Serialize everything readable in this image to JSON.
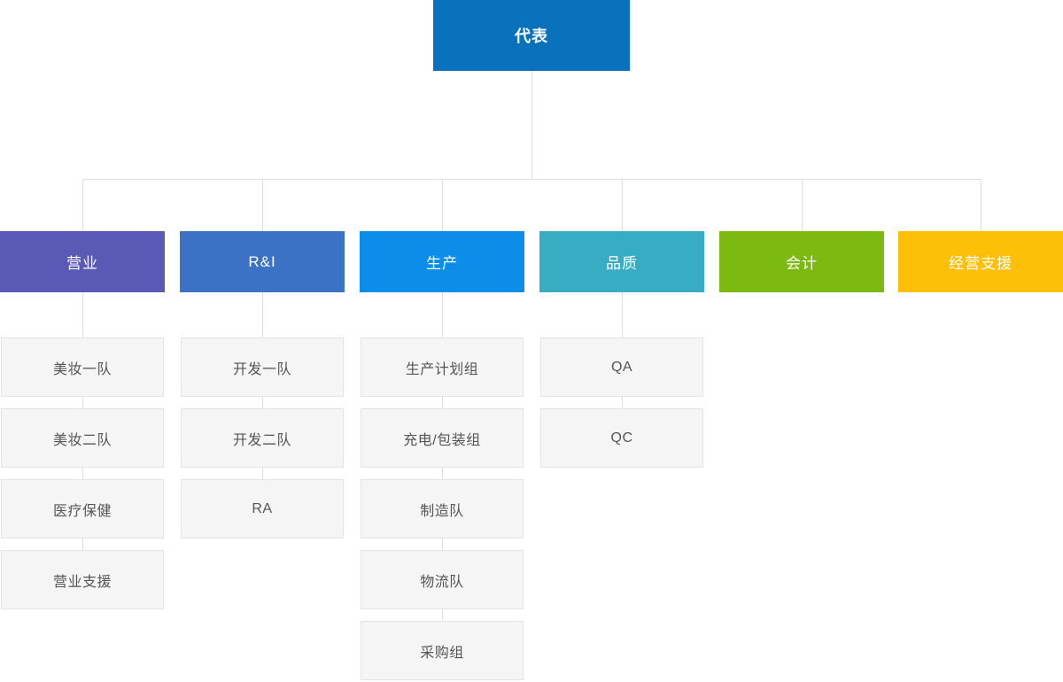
{
  "org_chart": {
    "title": "organization-chart",
    "root": {
      "label": "代表",
      "color": "#0a72bc"
    },
    "departments": [
      {
        "label": "营业",
        "color": "#5b59b6",
        "teams": [
          "美妆一队",
          "美妆二队",
          "医疗保健",
          "营业支援"
        ]
      },
      {
        "label": "R&I",
        "color": "#3c72c5",
        "teams": [
          "开发一队",
          "开发二队",
          "RA"
        ]
      },
      {
        "label": "生产",
        "color": "#0b8de9",
        "teams": [
          "生产计划组",
          "充电/包装组",
          "制造队",
          "物流队",
          "采购组"
        ]
      },
      {
        "label": "品质",
        "color": "#36adc2",
        "teams": [
          "QA",
          "QC"
        ]
      },
      {
        "label": "会计",
        "color": "#7cba12",
        "teams": []
      },
      {
        "label": "经营支援",
        "color": "#fdbf07",
        "teams": []
      }
    ],
    "styles": {
      "connector_color": "#dedede",
      "team_background": "#f5f5f5",
      "team_border": "#e4e4e4",
      "team_text_color": "#555555",
      "node_text_color": "#ffffff"
    }
  }
}
